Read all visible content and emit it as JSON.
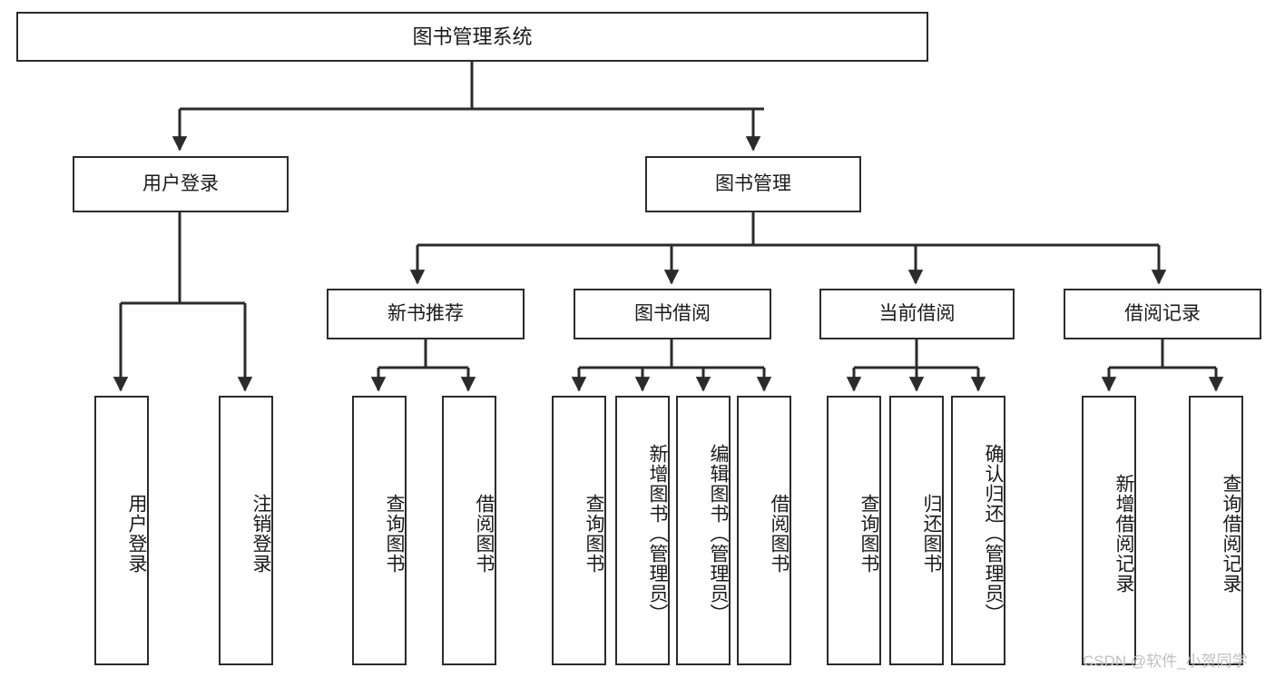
{
  "diagram": {
    "title": "图书管理系统",
    "style": {
      "line_color": "#2b2b2b",
      "box_border": "#2b2b2b",
      "box_fill": "#ffffff",
      "text_color": "#1a1a1a",
      "watermark_color": "#bfbfbf"
    },
    "root": {
      "label": "图书管理系统"
    },
    "level2": [
      {
        "label": "用户登录"
      },
      {
        "label": "图书管理"
      }
    ],
    "level3": [
      {
        "label": "新书推荐"
      },
      {
        "label": "图书借阅"
      },
      {
        "label": "当前借阅"
      },
      {
        "label": "借阅记录"
      }
    ],
    "leaves": {
      "user_login": [
        {
          "label": "用户登录"
        },
        {
          "label": "注销登录"
        }
      ],
      "new_book_recommend": [
        {
          "label": "查询图书"
        },
        {
          "label": "借阅图书"
        }
      ],
      "book_borrow": [
        {
          "label": "查询图书"
        },
        {
          "label": "新增图书（管理员）"
        },
        {
          "label": "编辑图书（管理员）"
        },
        {
          "label": "借阅图书"
        }
      ],
      "current_borrow": [
        {
          "label": "查询图书"
        },
        {
          "label": "归还图书"
        },
        {
          "label": "确认归还（管理员）"
        }
      ],
      "borrow_records": [
        {
          "label": "新增借阅记录"
        },
        {
          "label": "查询借阅记录"
        }
      ]
    }
  },
  "watermark": {
    "text": "CSDN @软件_小贺同学"
  }
}
